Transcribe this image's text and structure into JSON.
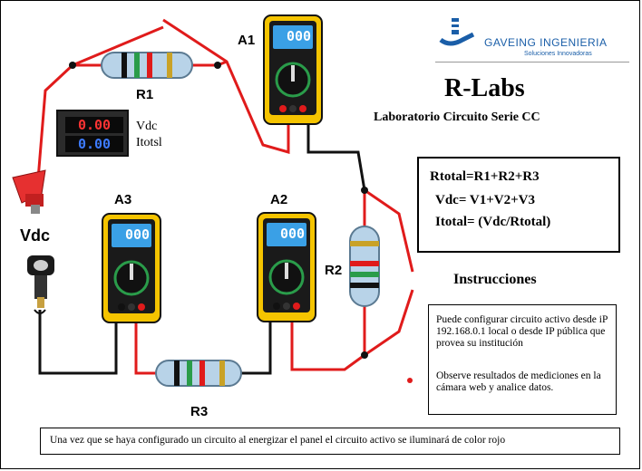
{
  "brand": {
    "name": "GAVEING INGENIERIA",
    "tagline": "Soluciones Innovadoras"
  },
  "title": "R-Labs",
  "subtitle": "Laboratorio Circuito Serie CC",
  "formulas": [
    "Rtotal=R1+R2+R3",
    "Vdc= V1+V2+V3",
    "Itotal= (Vdc/Rtotal)"
  ],
  "components": {
    "r1": "R1",
    "r2": "R2",
    "r3": "R3",
    "a1": "A1",
    "a2": "A2",
    "a3": "A3",
    "vdc": "Vdc"
  },
  "panel_meter": {
    "top_value": "0.00",
    "bottom_value": "0.00",
    "label_top": "Vdc",
    "label_bottom": "Itotsl"
  },
  "multimeter_display": "000",
  "instructions": {
    "heading": "Instrucciones",
    "paragraph1": "Puede configurar circuito activo desde iP 192.168.0.1 local o desde IP pública que provea su institución",
    "paragraph2": "Observe resultados de mediciones en la cámara web y analice datos."
  },
  "footer_note": "Una vez que se haya configurado un circuito al energizar el panel el circuito activo se iluminará de color rojo",
  "colors": {
    "wire_red": "#e01b1b",
    "wire_black": "#111111",
    "meter_yellow": "#f5c400",
    "lcd_blue": "#3aa0e6",
    "panel_red": "#ff3333",
    "panel_blue": "#3d7bff",
    "brand_blue": "#1a5ea8"
  }
}
